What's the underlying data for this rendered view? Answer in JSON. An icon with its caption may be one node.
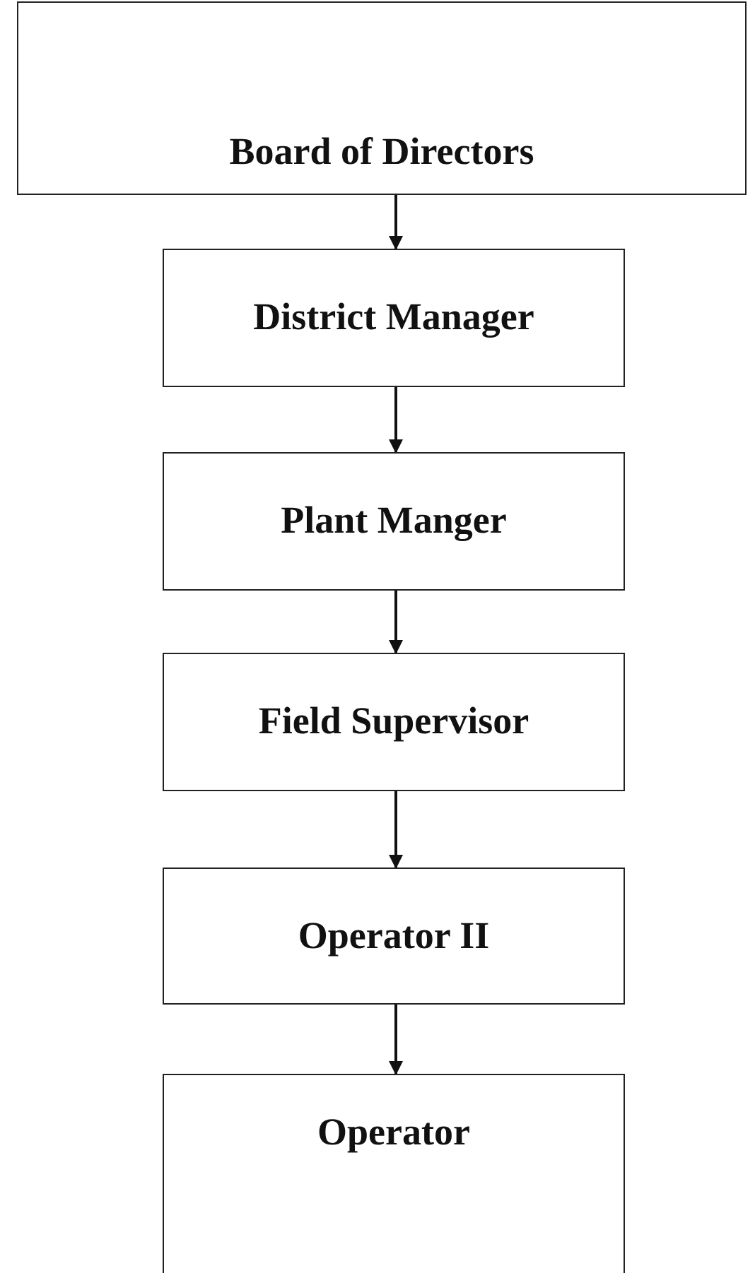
{
  "diagram": {
    "nodes": [
      {
        "text": [
          "Board of Directors"
        ]
      },
      {
        "text": [
          "District Manager"
        ]
      },
      {
        "text": [
          "Plant Manger"
        ]
      },
      {
        "text": [
          "Field Supervisor"
        ]
      },
      {
        "text": [
          "Operator II"
        ]
      },
      {
        "text": [
          "Operator"
        ]
      }
    ],
    "edges": [
      {
        "from": 0,
        "to": 1,
        "arrow": "to"
      },
      {
        "from": 1,
        "to": 2,
        "arrow": "to"
      },
      {
        "from": 2,
        "to": 3,
        "arrow": "to"
      },
      {
        "from": 3,
        "to": 4,
        "arrow": "to"
      },
      {
        "from": 4,
        "to": 5,
        "arrow": "to"
      }
    ]
  }
}
